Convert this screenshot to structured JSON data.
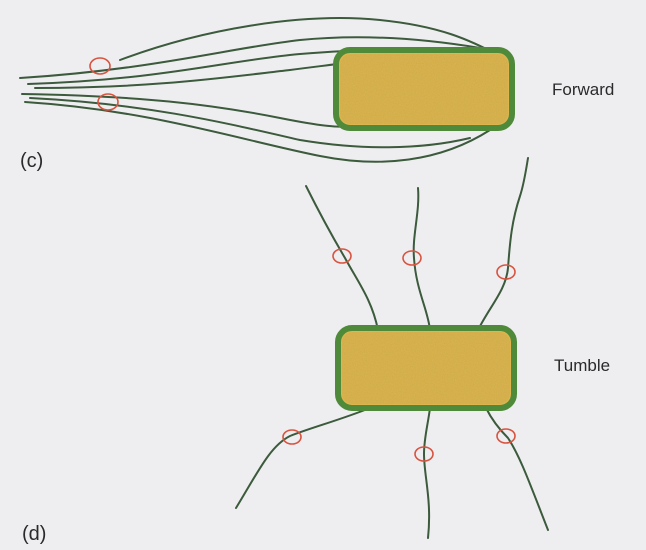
{
  "panels": {
    "forward": {
      "label": "(c)",
      "mode_label": "Forward"
    },
    "tumble": {
      "label": "(d)",
      "mode_label": "Tumble"
    }
  },
  "colors": {
    "background": "#eeeef1",
    "cell_fill": "#dcb54e",
    "cell_outline": "#4f8a3a",
    "flagellum": "#3c5a3c",
    "motor_ring": "#d9533f",
    "text": "#2a2a2a"
  }
}
